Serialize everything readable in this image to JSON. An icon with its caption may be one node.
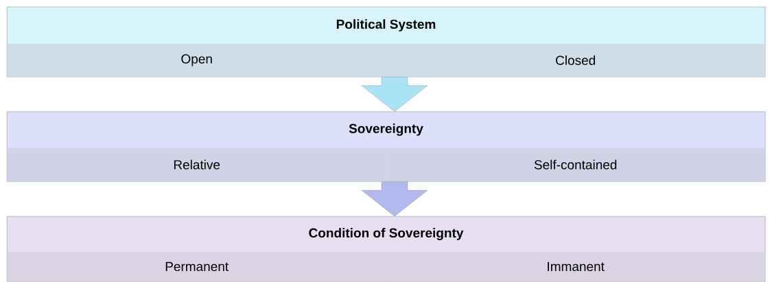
{
  "diagram": {
    "nodes": [
      {
        "text": [
          "Political System"
        ]
      },
      {
        "text": [
          "Open"
        ],
        "in": 0
      },
      {
        "text": [
          "Closed"
        ],
        "in": 0
      },
      {
        "text": [
          "Sovereignty"
        ]
      },
      {
        "text": [
          "Relative"
        ],
        "in": 3
      },
      {
        "text": [
          "Self-contained"
        ],
        "in": 3
      },
      {
        "text": [
          "Condition of Sovereignty"
        ]
      },
      {
        "text": [
          "Permanent"
        ],
        "in": 6
      },
      {
        "text": [
          "Immanent"
        ],
        "in": 6
      }
    ],
    "edges": [
      {
        "from": 0,
        "to": 3,
        "arrow": "to"
      },
      {
        "from": 3,
        "to": 6,
        "arrow": "to"
      }
    ]
  }
}
